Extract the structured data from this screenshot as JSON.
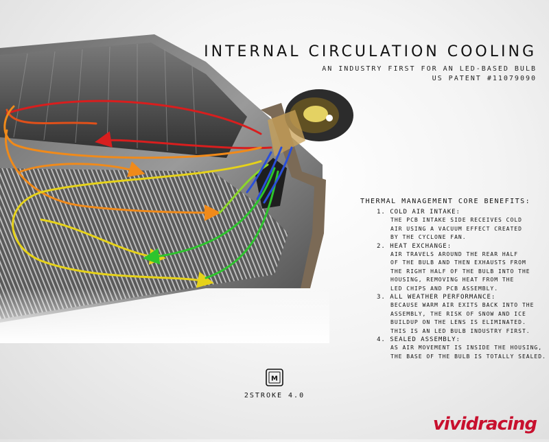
{
  "header": {
    "title": "INTERNAL CIRCULATION COOLING",
    "subtitle_line1": "AN INDUSTRY FIRST FOR AN LED-BASED BULB",
    "subtitle_line2": "US PATENT #11079090"
  },
  "benefits": {
    "heading": "THERMAL MANAGEMENT CORE BENEFITS:",
    "items": [
      {
        "heading": "1. COLD AIR INTAKE:",
        "body": "THE PCB INTAKE SIDE RECEIVES COLD\nAIR USING A VACUUM EFFECT CREATED\nBY THE CYCLONE FAN."
      },
      {
        "heading": "2. HEAT EXCHANGE:",
        "body": "AIR TRAVELS AROUND THE REAR HALF\nOF THE BULB AND THEN EXHAUSTS FROM\nTHE RIGHT HALF OF THE BULB INTO THE\nHOUSING, REMOVING HEAT FROM THE\nLED CHIPS AND PCB ASSEMBLY."
      },
      {
        "heading": "3. ALL WEATHER PERFORMANCE:",
        "body": "BECAUSE WARM AIR EXITS BACK INTO THE\nASSEMBLY, THE RISK OF SNOW AND ICE\nBUILDUP ON THE LENS IS ELIMINATED.\nTHIS IS AN LED BULB INDUSTRY FIRST."
      },
      {
        "heading": "4. SEALED ASSEMBLY:",
        "body": "AS AIR MOVEMENT IS INSIDE THE HOUSING,\nTHE BASE OF THE BULB IS TOTALLY SEALED."
      }
    ]
  },
  "product": {
    "logo_letter": "M",
    "model": "2STROKE 4.0"
  },
  "watermark": {
    "text": "vividracing"
  },
  "colors": {
    "hot_air": "#d81e1e",
    "warm_air": "#f08a1a",
    "mild_air": "#e6d21a",
    "cool_air": "#2ec42e",
    "cold_air": "#2a4fd8",
    "watermark": "#c8102e"
  },
  "icons": [
    "housing-cutaway",
    "led-bulb",
    "airflow-arrows",
    "brand-logo-icon"
  ]
}
